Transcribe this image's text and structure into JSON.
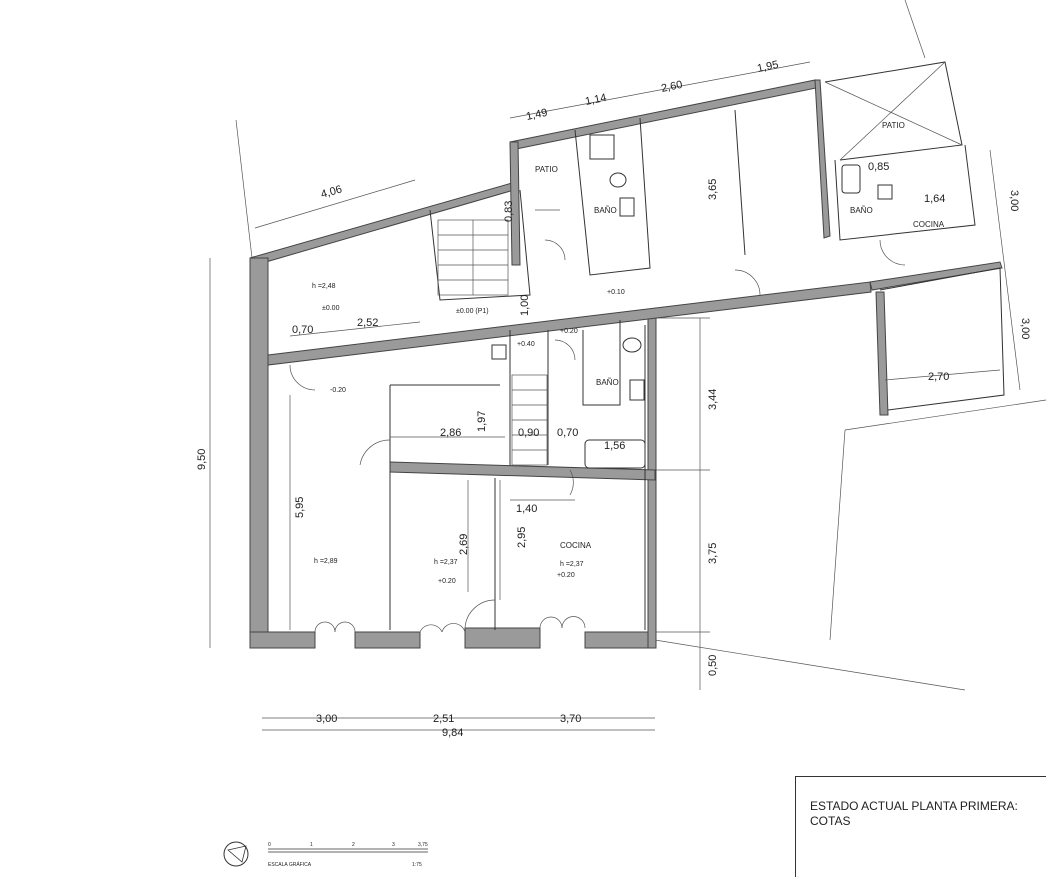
{
  "title_block": {
    "line1": "ESTADO ACTUAL PLANTA  PRIMERA:",
    "line2": "COTAS"
  },
  "scale_bar": {
    "ticks": [
      "0",
      "1",
      "2",
      "3",
      "3,75"
    ],
    "label": "ESCALA GRÁFICA",
    "ratio": "1:75"
  },
  "rooms": {
    "patio_1": "PATIO",
    "patio_2": "PATIO",
    "bano_1": "BAÑO",
    "bano_2": "BAÑO",
    "bano_3": "BAÑO",
    "cocina_1": "COCINA",
    "cocina_2": "COCINA"
  },
  "levels": {
    "h248": "h =2,48",
    "l000": "±0.00",
    "l000_p1": "±0.00 (P1)",
    "l010": "+0.10",
    "l020_a": "+0.20",
    "l040": "+0.40",
    "lm020": "-0.20",
    "h289": "h =2,89",
    "h237_a": "h =2,37",
    "l020_b": "+0.20",
    "h237_b": "h =2,37",
    "l020_c": "+0.20"
  },
  "dimensions": {
    "d406": "4,06",
    "d149": "1,49",
    "d114": "1,14",
    "d260": "2,60",
    "d195": "1,95",
    "d083": "0,83",
    "d365": "3,65",
    "d085": "0,85",
    "d164": "1,64",
    "d300_a": "3,00",
    "d300_b": "3,00",
    "d100": "1,00",
    "d070_a": "0,70",
    "d252": "2,52",
    "d270": "2,70",
    "d950": "9,50",
    "d344": "3,44",
    "d286": "2,86",
    "d197": "1,97",
    "d090": "0,90",
    "d070_b": "0,70",
    "d156": "1,56",
    "d595": "5,95",
    "d140": "1,40",
    "d269": "2,69",
    "d295": "2,95",
    "d375": "3,75",
    "d050": "0,50",
    "d300_c": "3,00",
    "d251": "2,51",
    "d370": "3,70",
    "d984": "9,84"
  }
}
